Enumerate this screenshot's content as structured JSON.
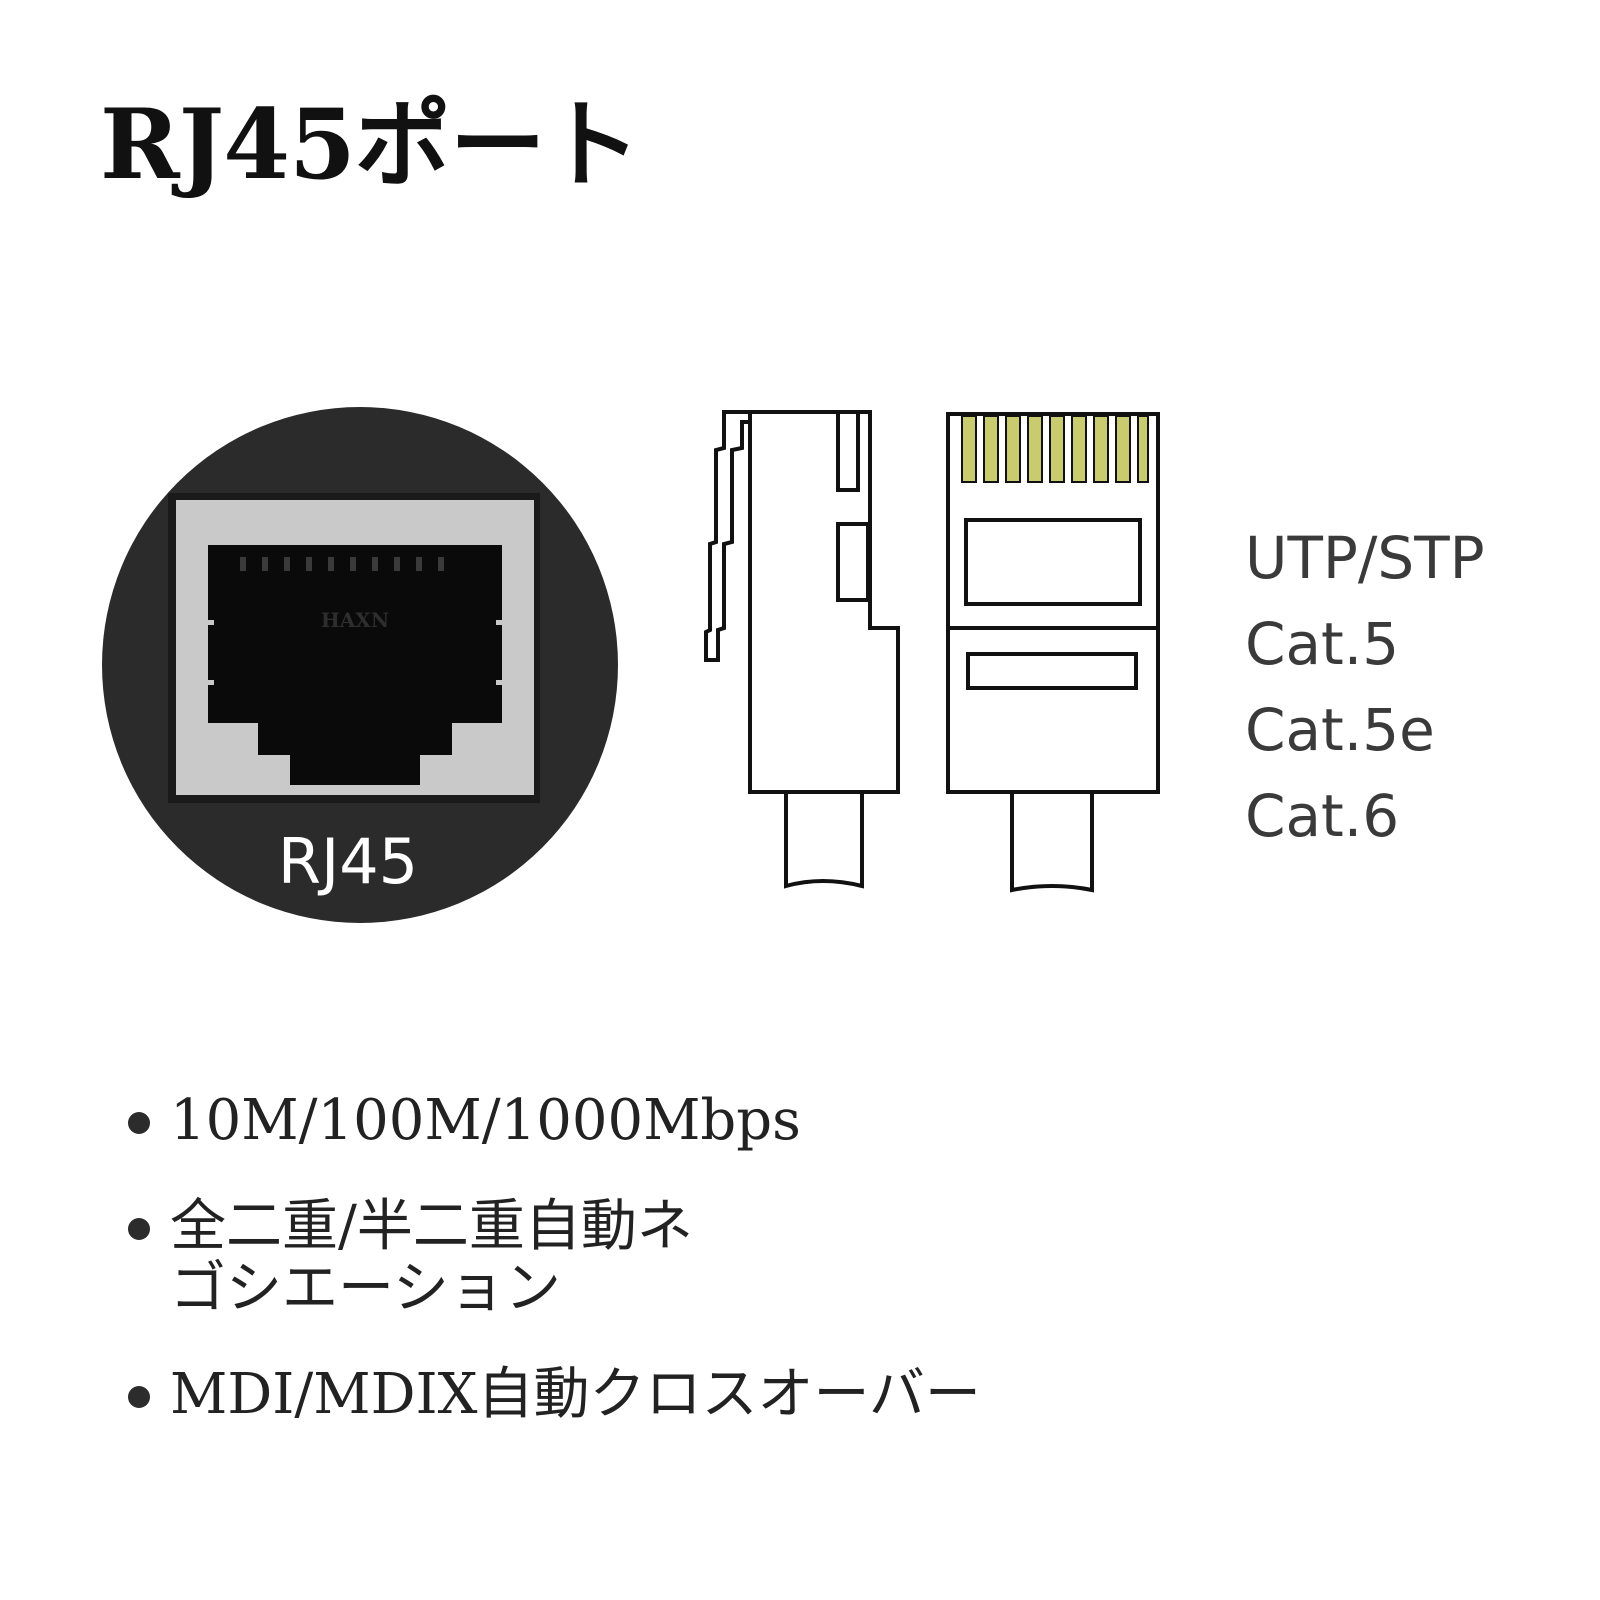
{
  "title": "RJ45ポート",
  "port_photo": {
    "label": "RJ45",
    "inner_text": "HAXN"
  },
  "cable_types": [
    "UTP/STP",
    "Cat.5",
    "Cat.5e",
    "Cat.6"
  ],
  "features": [
    {
      "lines": [
        "10M/100M/1000Mbps"
      ]
    },
    {
      "lines": [
        "全二重/半二重自動ネ",
        "ゴシエーション"
      ]
    },
    {
      "lines": [
        "MDI/MDIX自動クロスオーバー"
      ]
    }
  ],
  "colors": {
    "text": "#111111",
    "panel": "#2b2b2b",
    "port_metal": "#c8c8c8",
    "contacts": "#c8cc6e"
  }
}
